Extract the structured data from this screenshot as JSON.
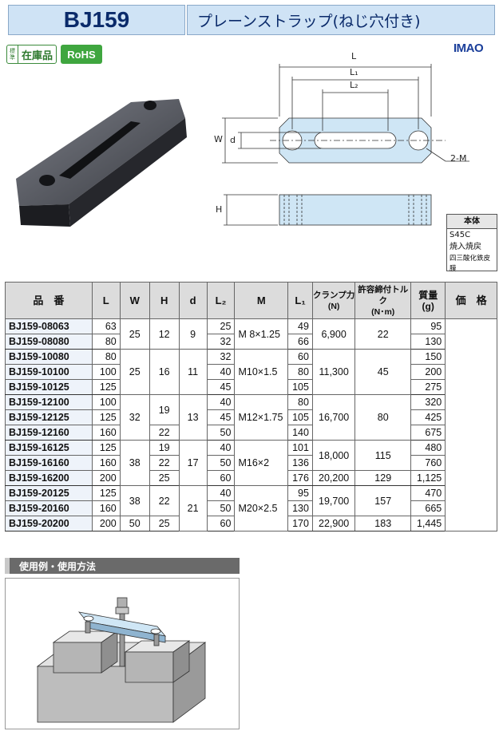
{
  "header": {
    "code": "BJ159",
    "title": "プレーンストラップ(ねじ穴付き)"
  },
  "badges": {
    "stock_std": "標準",
    "stock_label": "在庫品",
    "rohs": "RoHS"
  },
  "brand": {
    "logo": "IMAO"
  },
  "drawing": {
    "labels": {
      "L": "L",
      "L1": "L₁",
      "L2": "L₂",
      "W": "W",
      "d": "d",
      "M": "2-M",
      "H": "H"
    }
  },
  "material": {
    "header": "本体",
    "lines": [
      "S45C",
      "焼入焼戻",
      "四三酸化鉄皮膜"
    ]
  },
  "table": {
    "headers": {
      "part": "品　番",
      "L": "L",
      "W": "W",
      "H": "H",
      "d": "d",
      "L2": "L₂",
      "M": "M",
      "L1": "L₁",
      "clamp": "クランプ力\n(N)",
      "torque": "許容締付トルク\n(N･m)",
      "mass": "質量\n(g)",
      "price": "価　格"
    },
    "rows": [
      {
        "part": "BJ159-08063",
        "L": "63",
        "L2": "25",
        "L1": "49",
        "mass": "95"
      },
      {
        "part": "BJ159-08080",
        "L": "80",
        "L2": "32",
        "L1": "66",
        "mass": "130"
      },
      {
        "part": "BJ159-10080",
        "L": "80",
        "L2": "32",
        "L1": "60",
        "mass": "150"
      },
      {
        "part": "BJ159-10100",
        "L": "100",
        "L2": "40",
        "L1": "80",
        "mass": "200"
      },
      {
        "part": "BJ159-10125",
        "L": "125",
        "L2": "45",
        "L1": "105",
        "mass": "275"
      },
      {
        "part": "BJ159-12100",
        "L": "100",
        "L2": "40",
        "L1": "80",
        "mass": "320"
      },
      {
        "part": "BJ159-12125",
        "L": "125",
        "L2": "45",
        "L1": "105",
        "mass": "425"
      },
      {
        "part": "BJ159-12160",
        "L": "160",
        "L2": "50",
        "L1": "140",
        "mass": "675"
      },
      {
        "part": "BJ159-16125",
        "L": "125",
        "L2": "40",
        "L1": "101",
        "mass": "480"
      },
      {
        "part": "BJ159-16160",
        "L": "160",
        "L2": "50",
        "L1": "136",
        "mass": "760"
      },
      {
        "part": "BJ159-16200",
        "L": "200",
        "L2": "60",
        "L1": "176",
        "mass": "1,125"
      },
      {
        "part": "BJ159-20125",
        "L": "125",
        "L2": "40",
        "L1": "95",
        "mass": "470"
      },
      {
        "part": "BJ159-20160",
        "L": "160",
        "L2": "50",
        "L1": "130",
        "mass": "665"
      },
      {
        "part": "BJ159-20200",
        "L": "200",
        "L2": "60",
        "L1": "170",
        "mass": "1,445"
      }
    ],
    "merged": {
      "W": [
        "25",
        "25",
        "32",
        "38",
        "38",
        "50"
      ],
      "H": [
        "12",
        "16",
        "19",
        "22",
        "19",
        "22",
        "25",
        "22",
        "25"
      ],
      "d": [
        "9",
        "11",
        "13",
        "17",
        "21"
      ],
      "M": [
        "M 8×1.25",
        "M10×1.5",
        "M12×1.75",
        "M16×2",
        "M20×2.5"
      ],
      "clamp": [
        "6,900",
        "11,300",
        "16,700",
        "18,000",
        "20,200",
        "19,700",
        "22,900"
      ],
      "torque": [
        "22",
        "45",
        "80",
        "115",
        "129",
        "157",
        "183"
      ]
    }
  },
  "usage": {
    "header": "使用例・使用方法"
  }
}
